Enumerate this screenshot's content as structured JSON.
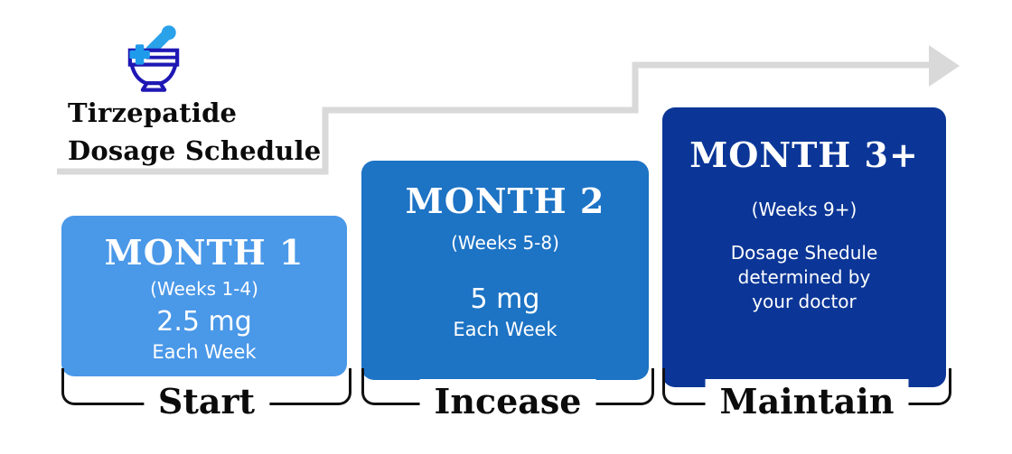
{
  "header": {
    "title_line1": "Tirzepatide",
    "title_line2": "Dosage Schedule",
    "logo": "mortar-and-pestle-icon"
  },
  "steps": [
    {
      "month": "MONTH 1",
      "weeks": "(Weeks 1-4)",
      "dose": "2.5 mg",
      "frequency": "Each Week",
      "phase": "Start",
      "color": "#4a98e8"
    },
    {
      "month": "MONTH 2",
      "weeks": "(Weeks 5-8)",
      "dose": "5 mg",
      "frequency": "Each Week",
      "phase": "Incease",
      "color": "#1d73c4"
    },
    {
      "month": "MONTH 3+",
      "weeks": "(Weeks 9+)",
      "note_lines": [
        "Dosage Shedule",
        "determined by",
        "your doctor"
      ],
      "phase": "Maintain",
      "color": "#0b3697"
    }
  ],
  "colors": {
    "arrow": "#d9d9d9",
    "bracket": "#111111",
    "text_dark": "#0b0b0b",
    "text_light": "#ffffff",
    "icon_pestle": "#2aa2ea",
    "icon_cross": "#1e9beb",
    "icon_mortar": "#1f17b4"
  }
}
